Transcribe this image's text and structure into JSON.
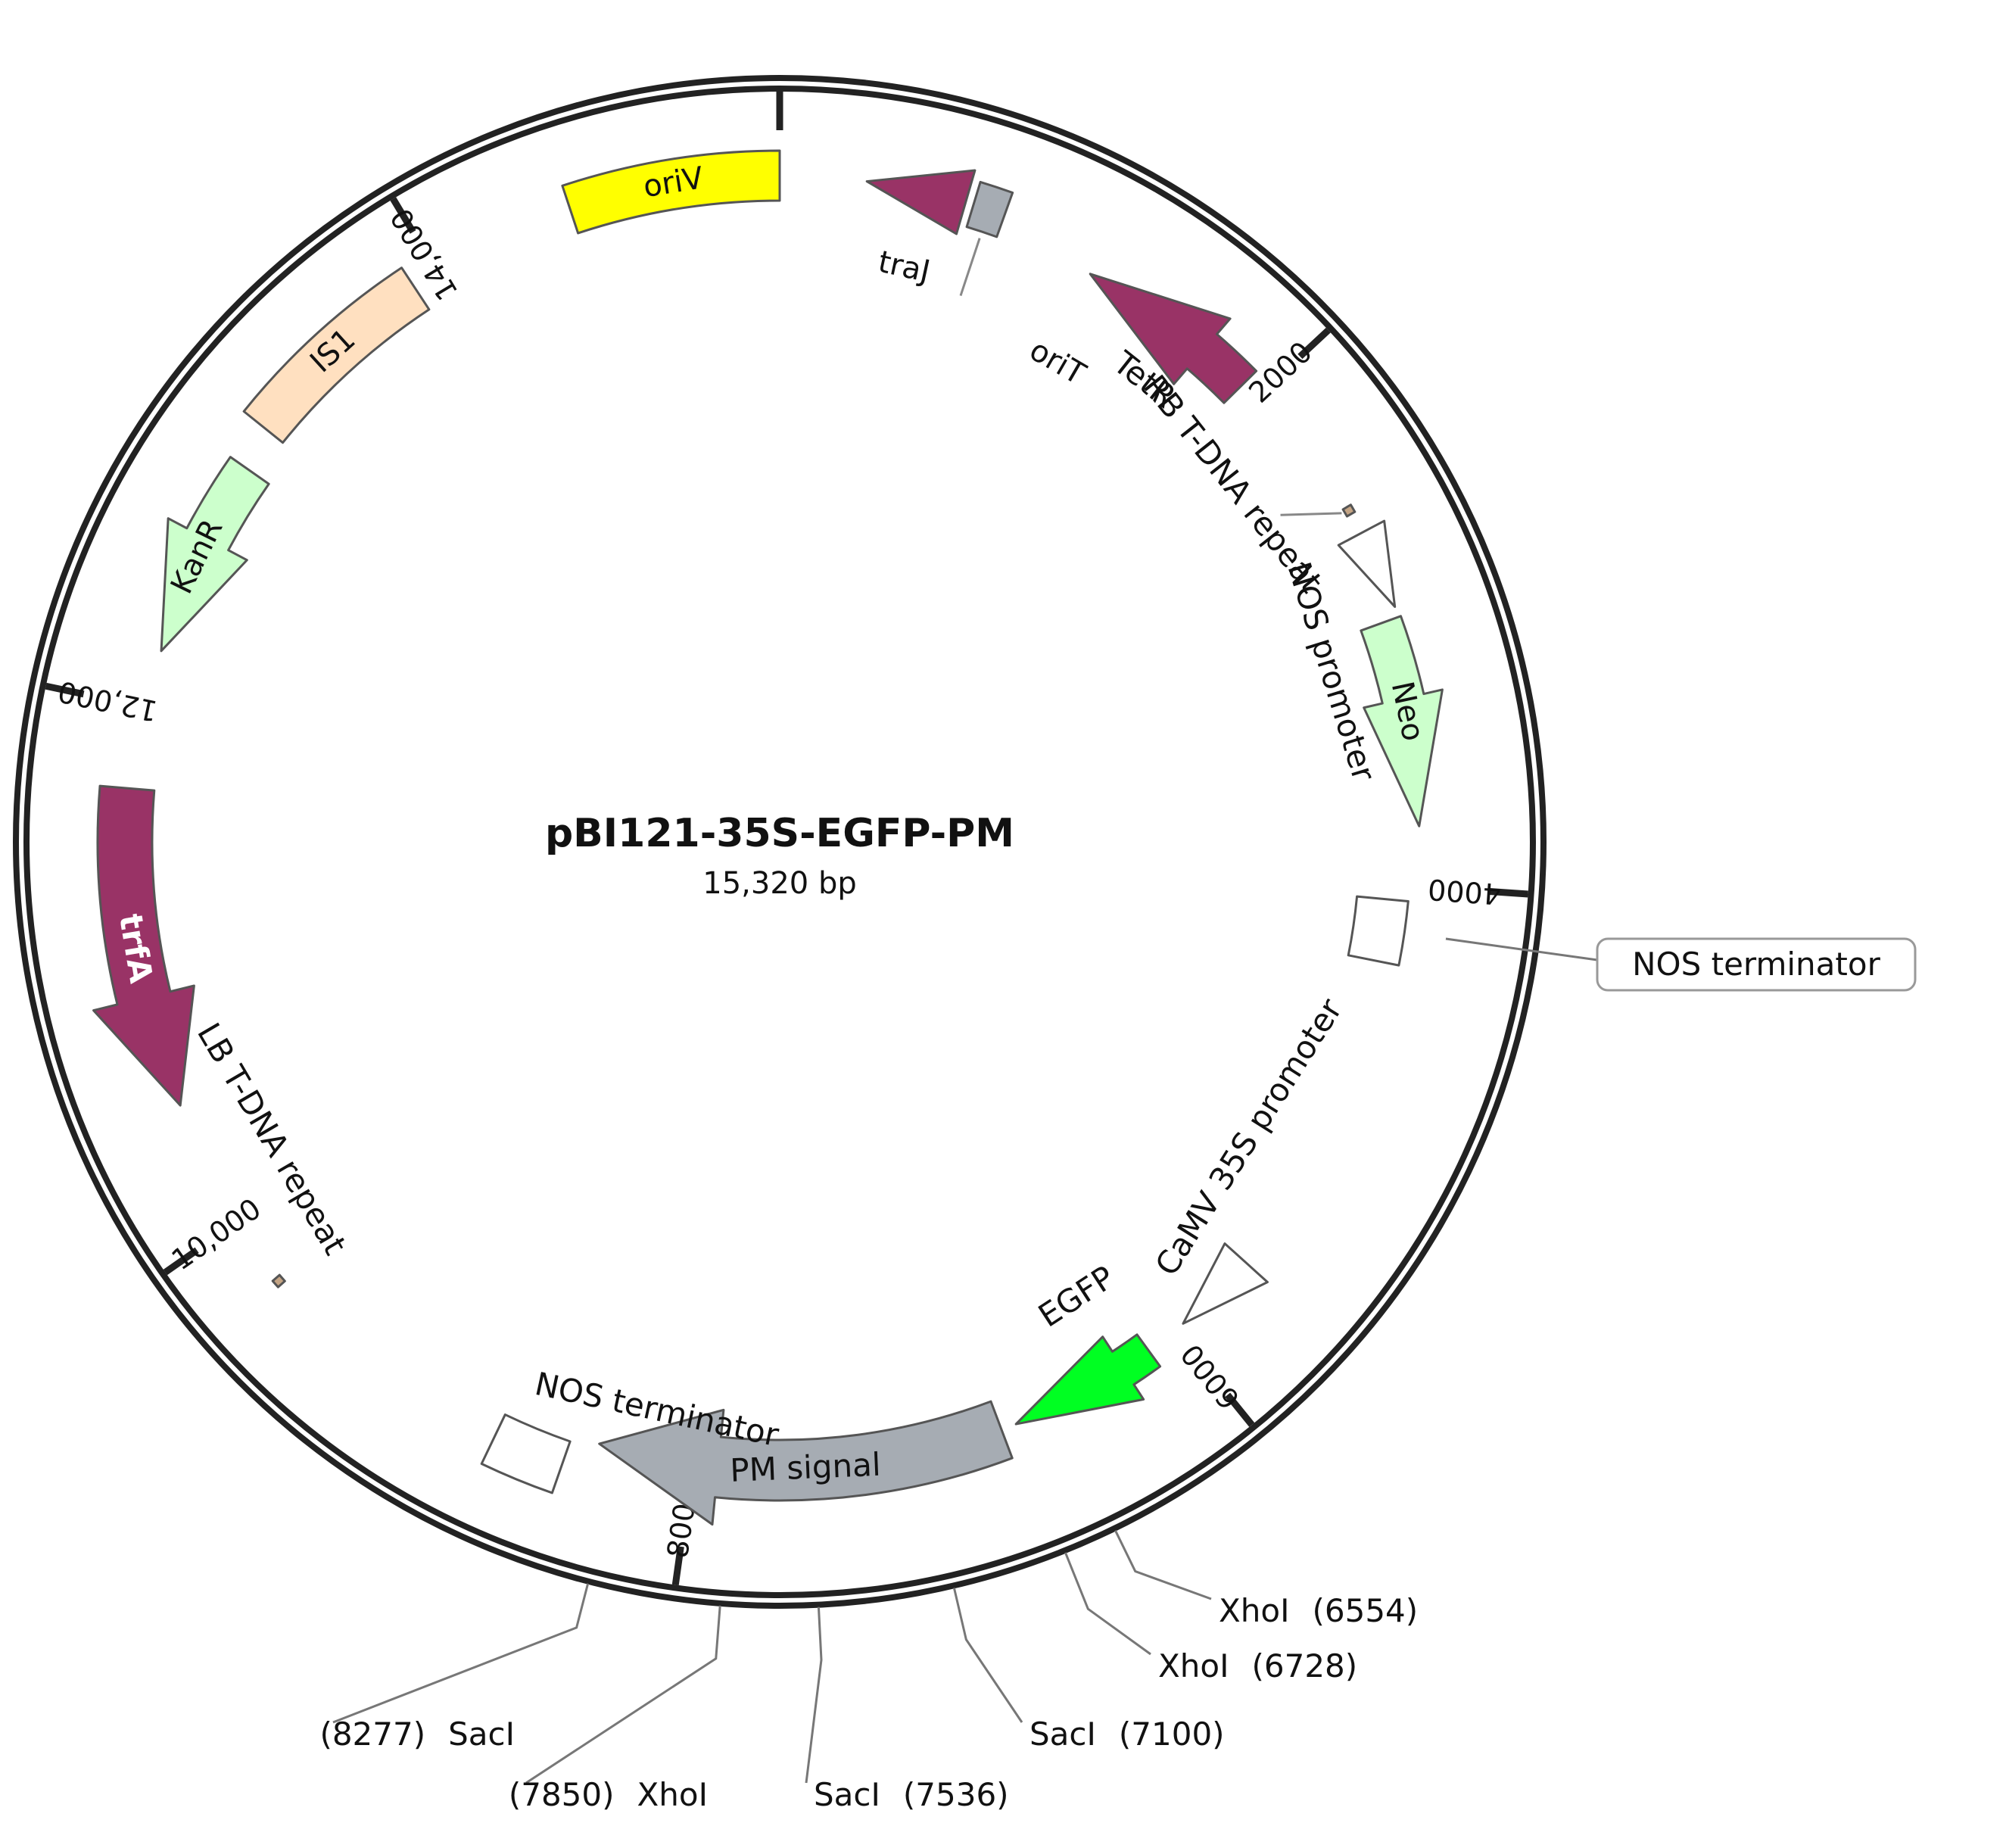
{
  "plasmid": {
    "name": "pBI121-35S-EGFP-PM",
    "size_label": "15,320 bp",
    "length_bp": 15320
  },
  "ticks": [
    {
      "bp": 0,
      "label": ""
    },
    {
      "bp": 2000,
      "label": "2000"
    },
    {
      "bp": 4000,
      "label": "4000"
    },
    {
      "bp": 6000,
      "label": "6000"
    },
    {
      "bp": 8000,
      "label": "8000"
    },
    {
      "bp": 10000,
      "label": "10,000"
    },
    {
      "bp": 12000,
      "label": "12,000"
    },
    {
      "bp": 14000,
      "label": "14,000"
    }
  ],
  "features": [
    {
      "id": "oriV",
      "label": "oriV",
      "kind": "origin",
      "start": 14540,
      "end": 15320,
      "direction": "none",
      "color": "#ffff00",
      "label_color": "#111111"
    },
    {
      "id": "traJ",
      "label": "traJ",
      "kind": "cds",
      "start": 15640,
      "end": 16010,
      "direction": "ccw",
      "color": "#993366",
      "label_color": "#111111"
    },
    {
      "id": "oriT",
      "label": "oriT",
      "kind": "misc",
      "start": 16040,
      "end": 16160,
      "direction": "none",
      "color": "#a6acb3",
      "label_color": "#111111"
    },
    {
      "id": "TetR",
      "label": "TetR",
      "kind": "cds",
      "start": 1220,
      "end": 1930,
      "direction": "ccw",
      "color": "#993366",
      "label_color": "#111111"
    },
    {
      "id": "RB",
      "label": "RB T-DNA repeat",
      "kind": "repeat",
      "start": 2530,
      "end": 2560,
      "direction": "none",
      "color": "#c4a484",
      "label_color": "#111111"
    },
    {
      "id": "NOSp",
      "label": "NOS promoter",
      "kind": "promoter",
      "start": 2640,
      "end": 2940,
      "direction": "cw",
      "color": "#ffffff",
      "label_color": "#111111"
    },
    {
      "id": "Neo",
      "label": "Neo",
      "kind": "cds",
      "start": 2980,
      "end": 3770,
      "direction": "cw",
      "color": "#ccffcc",
      "label_color": "#111111"
    },
    {
      "id": "NOSt1",
      "label": "NOS terminator",
      "kind": "terminator",
      "start": 4060,
      "end": 4310,
      "direction": "none",
      "color": "#ffffff",
      "label_color": "#111111"
    },
    {
      "id": "CaMV",
      "label": "CaMV 35S promoter",
      "kind": "promoter",
      "start": 5620,
      "end": 5960,
      "direction": "cw",
      "color": "#ffffff",
      "label_color": "#111111"
    },
    {
      "id": "EGFP",
      "label": "EGFP",
      "kind": "cds",
      "start": 6130,
      "end": 6720,
      "direction": "cw",
      "color": "#00ff22",
      "label_color": "#111111"
    },
    {
      "id": "PM",
      "label": "PM signal",
      "kind": "misc",
      "start": 6780,
      "end": 8370,
      "direction": "cw",
      "color": "#a6acb3",
      "label_color": "#111111"
    },
    {
      "id": "NOSt2",
      "label": "NOS terminator",
      "kind": "terminator",
      "start": 8480,
      "end": 8750,
      "direction": "none",
      "color": "#ffffff",
      "label_color": "#111111"
    },
    {
      "id": "LB",
      "label": "LB T-DNA repeat",
      "kind": "repeat",
      "start": 9720,
      "end": 9750,
      "direction": "none",
      "color": "#c4a484",
      "label_color": "#111111"
    },
    {
      "id": "trfA",
      "label": "trfA",
      "kind": "cds",
      "start": 10480,
      "end": 11690,
      "direction": "ccw",
      "color": "#993366",
      "label_color": "#ffffff"
    },
    {
      "id": "KanR",
      "label": "KanR",
      "kind": "cds",
      "start": 12220,
      "end": 12980,
      "direction": "ccw",
      "color": "#ccffcc",
      "label_color": "#111111"
    },
    {
      "id": "IS1",
      "label": "IS1",
      "kind": "misc",
      "start": 13140,
      "end": 13900,
      "direction": "none",
      "color": "#ffe0c0",
      "label_color": "#111111"
    }
  ],
  "sites": [
    {
      "enzyme": "XhoI",
      "position": "(6554)",
      "bp": 6554
    },
    {
      "enzyme": "XhoI",
      "position": "(6728)",
      "bp": 6728
    },
    {
      "enzyme": "SacI",
      "position": "(7100)",
      "bp": 7100
    },
    {
      "enzyme": "SacI",
      "position": "(7536)",
      "bp": 7536
    },
    {
      "enzyme": "XhoI",
      "position": "(7850)",
      "bp": 7850
    },
    {
      "enzyme": "SacI",
      "position": "(8277)",
      "bp": 8277
    }
  ],
  "callout": {
    "label": "NOS terminator"
  }
}
